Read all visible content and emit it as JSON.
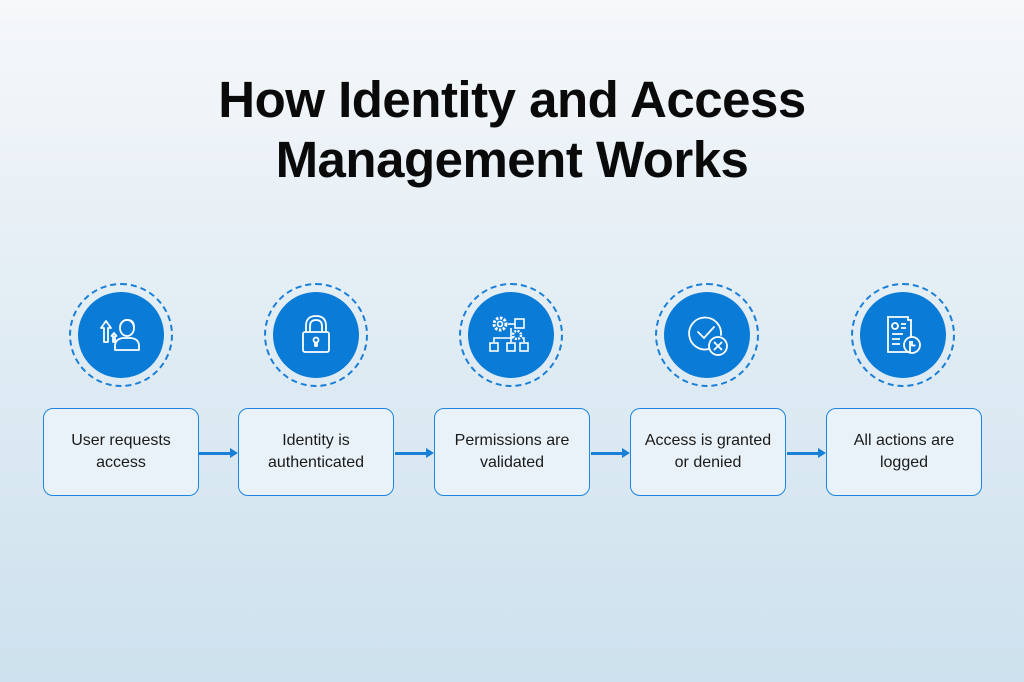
{
  "title": {
    "line1": "How Identity and Access",
    "line2": "Management Works"
  },
  "colors": {
    "accent": "#0a7bd6",
    "box_bg": "#e9f2f9",
    "border": "#1e86e0"
  },
  "steps": [
    {
      "label_line1": "User requests",
      "label_line2": "access",
      "icon": "user-request-icon"
    },
    {
      "label_line1": "Identity is",
      "label_line2": "authenticated",
      "icon": "lock-icon"
    },
    {
      "label_line1": "Permissions are",
      "label_line2": "validated",
      "icon": "permissions-hierarchy-icon"
    },
    {
      "label_line1": "Access is granted",
      "label_line2": "or denied",
      "icon": "check-deny-icon"
    },
    {
      "label_line1": "All actions are",
      "label_line2": "logged",
      "icon": "log-clock-icon"
    }
  ]
}
